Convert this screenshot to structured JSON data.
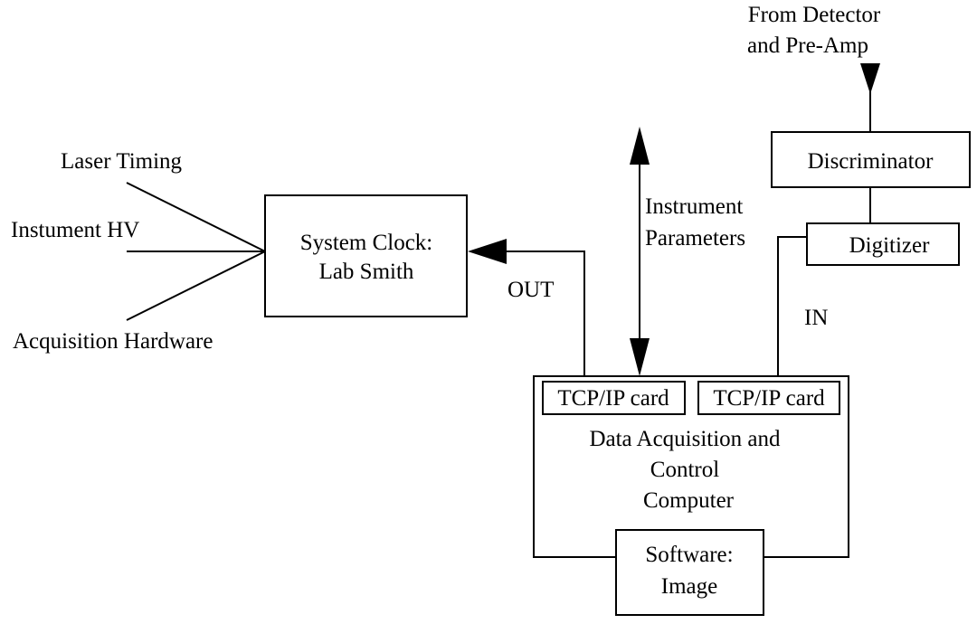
{
  "inputs": {
    "laser_timing": "Laser Timing",
    "instrument_hv": "Instument HV",
    "acquisition_hardware": "Acquisition Hardware"
  },
  "system_clock": {
    "line1": "System Clock:",
    "line2": "Lab Smith"
  },
  "out_label": "OUT",
  "in_label": "IN",
  "instrument_parameters": {
    "line1": "Instrument",
    "line2": "Parameters"
  },
  "detector": {
    "line1": "From Detector",
    "line2": "and Pre-Amp"
  },
  "discriminator": "Discriminator",
  "digitizer": "Digitizer",
  "tcp_card_left": "TCP/IP card",
  "tcp_card_right": "TCP/IP card",
  "computer": {
    "line1": "Data Acquisition and",
    "line2": "Control",
    "line3": "Computer"
  },
  "software": {
    "line1": "Software:",
    "line2": "Image"
  }
}
